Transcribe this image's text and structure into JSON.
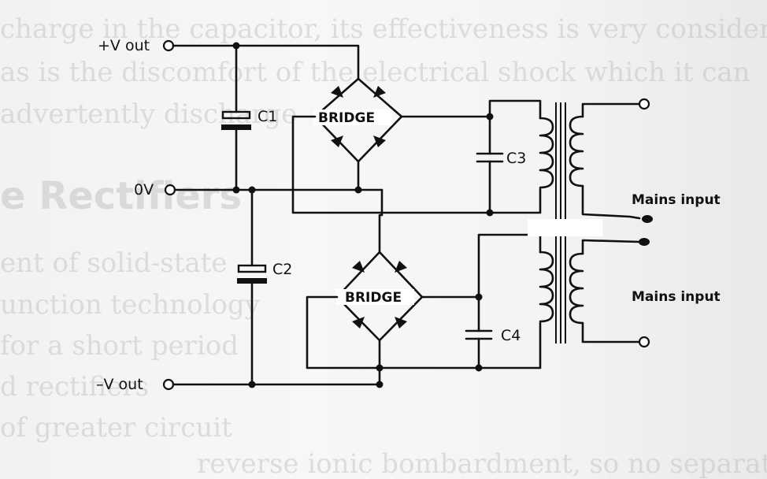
{
  "labels": {
    "vplus": "+V out",
    "zero": "0V",
    "vminus": "–V out",
    "c1": "C1",
    "c2": "C2",
    "c3": "C3",
    "c4": "C4",
    "bridge_top": "BRIDGE",
    "bridge_bottom": "BRIDGE",
    "mains_top": "Mains input",
    "mains_bottom": "Mains input"
  },
  "background_text": {
    "line1": "charge in the capacitor, its effectiveness is very considerable",
    "line2": "as is the discomfort of the electrical shock which it can",
    "line3": "advertently discharge",
    "line4": "ent of solid-state",
    "line5": "unction technology",
    "line6": "for a short period",
    "line7": "d rectifiers",
    "line8": "of greater circuit",
    "line9": "reverse ionic bombardment, so no separate",
    "heading": "e Rectifiers"
  },
  "colors": {
    "ink": "#111111",
    "paper": "#f4f4f4",
    "bleed": "#b9b9b9"
  }
}
